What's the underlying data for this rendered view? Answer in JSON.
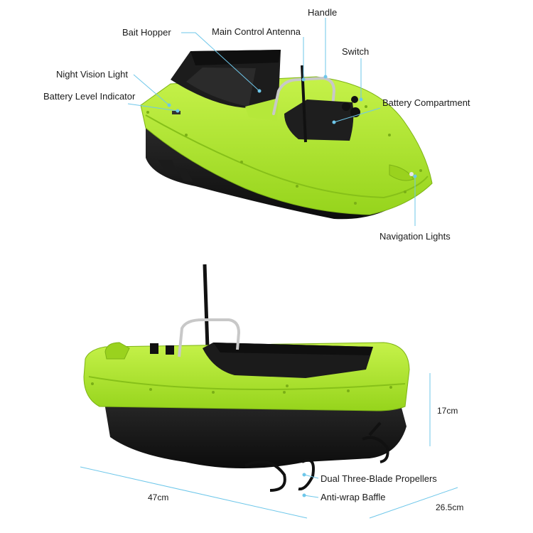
{
  "callouts": {
    "handle": "Handle",
    "bait_hopper": "Bait Hopper",
    "main_control_antenna": "Main Control Antenna",
    "switch": "Switch",
    "night_vision_light": "Night Vision Light",
    "battery_level_indicator": "Battery Level Indicator",
    "battery_compartment": "Battery Compartment",
    "navigation_lights": "Navigation Lights",
    "dual_propellers": "Dual Three-Blade Propellers",
    "anti_wrap_baffle": "Anti-wrap Baffle"
  },
  "dimensions": {
    "height": "17cm",
    "length": "47cm",
    "width": "26.5cm"
  },
  "colors": {
    "hull_green": "#a9e629",
    "hull_black": "#161616",
    "callout_line": "#6ec7ea"
  }
}
